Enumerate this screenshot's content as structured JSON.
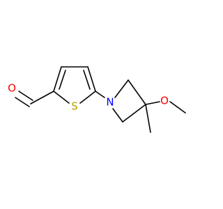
{
  "molecule": {
    "atoms": {
      "O_aldehyde": "O",
      "S": "S",
      "N": "N",
      "O_methoxy": "O"
    },
    "colors": {
      "oxygen": "#ff0000",
      "sulfur": "#b3a100",
      "nitrogen": "#0000ff",
      "bond": "#000000"
    }
  }
}
